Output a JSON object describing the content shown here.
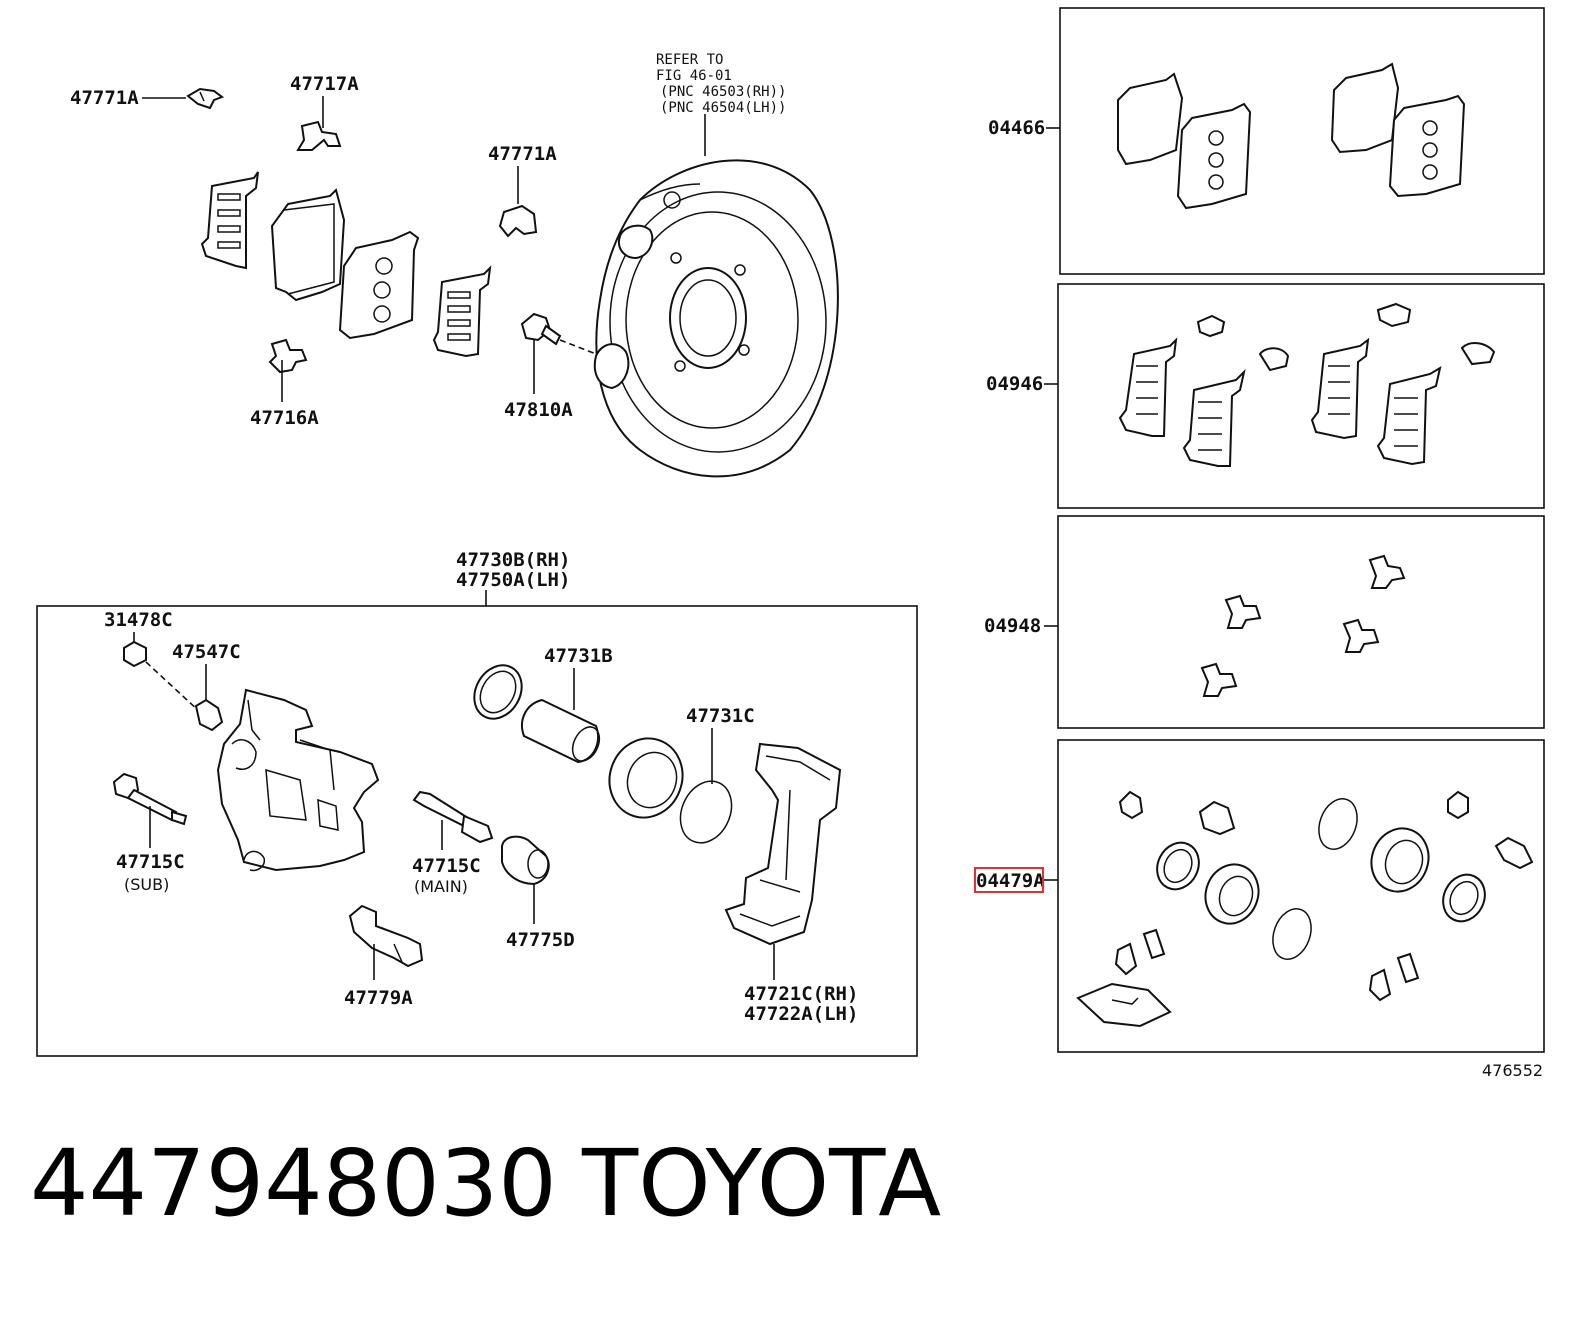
{
  "diagram": {
    "callouts_top": {
      "c47771a_1": "47771A",
      "c47717a": "47717A",
      "c47771a_2": "47771A",
      "c47716a": "47716A",
      "c47810a": "47810A",
      "refer_line1": "REFER TO",
      "refer_line2": "FIG 46-01",
      "refer_line3": "(PNC 46503(RH))",
      "refer_line4": "(PNC 46504(LH))"
    },
    "caliper_group": {
      "title_rh": "47730B(RH)",
      "title_lh": "47750A(LH)",
      "c31478c": "31478C",
      "c47547c": "47547C",
      "c47731b": "47731B",
      "c47731c": "47731C",
      "c47715c_sub": "47715C",
      "sub_note": "(SUB)",
      "c47715c_main": "47715C",
      "main_note": "(MAIN)",
      "c47775d": "47775D",
      "c47779a": "47779A",
      "c47721c": "47721C(RH)",
      "c47722a": "47722A(LH)"
    },
    "kits": {
      "k04466": "04466",
      "k04946": "04946",
      "k04948": "04948",
      "k04479": "04479A"
    },
    "illustration_id": "476552",
    "highlight_color": "#e23030"
  },
  "footer": {
    "part_number": "447948030",
    "brand": "TOYOTA"
  }
}
